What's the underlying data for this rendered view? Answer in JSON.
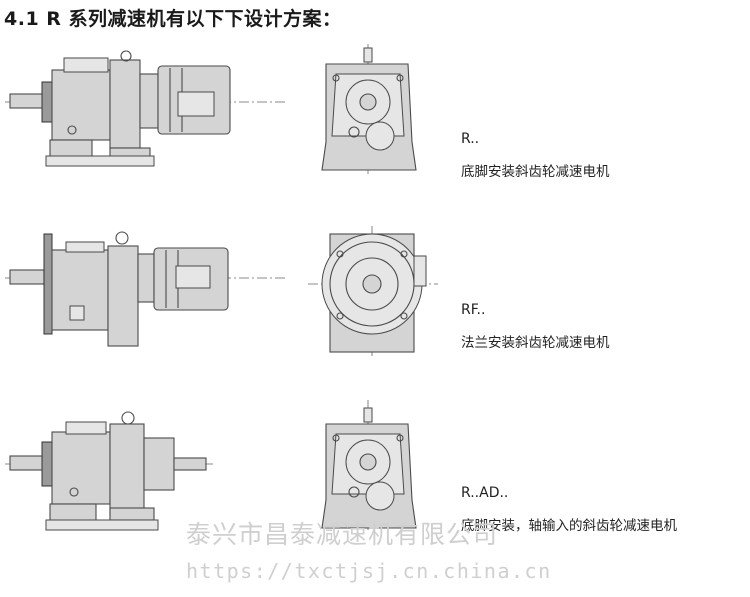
{
  "heading": "4.1 R 系列减速机有以下下设计方案：",
  "designs": [
    {
      "code": "R..",
      "desc": "底脚安装斜齿轮减速电机"
    },
    {
      "code": "RF..",
      "desc": "法兰安装斜齿轮减速电机"
    },
    {
      "code": "R..AD..",
      "desc": "底脚安装，轴输入的斜齿轮减速电机"
    }
  ],
  "watermark": {
    "company": "泰兴市昌泰减速机有限公司",
    "url": "https://txctjsj.cn.china.cn"
  }
}
